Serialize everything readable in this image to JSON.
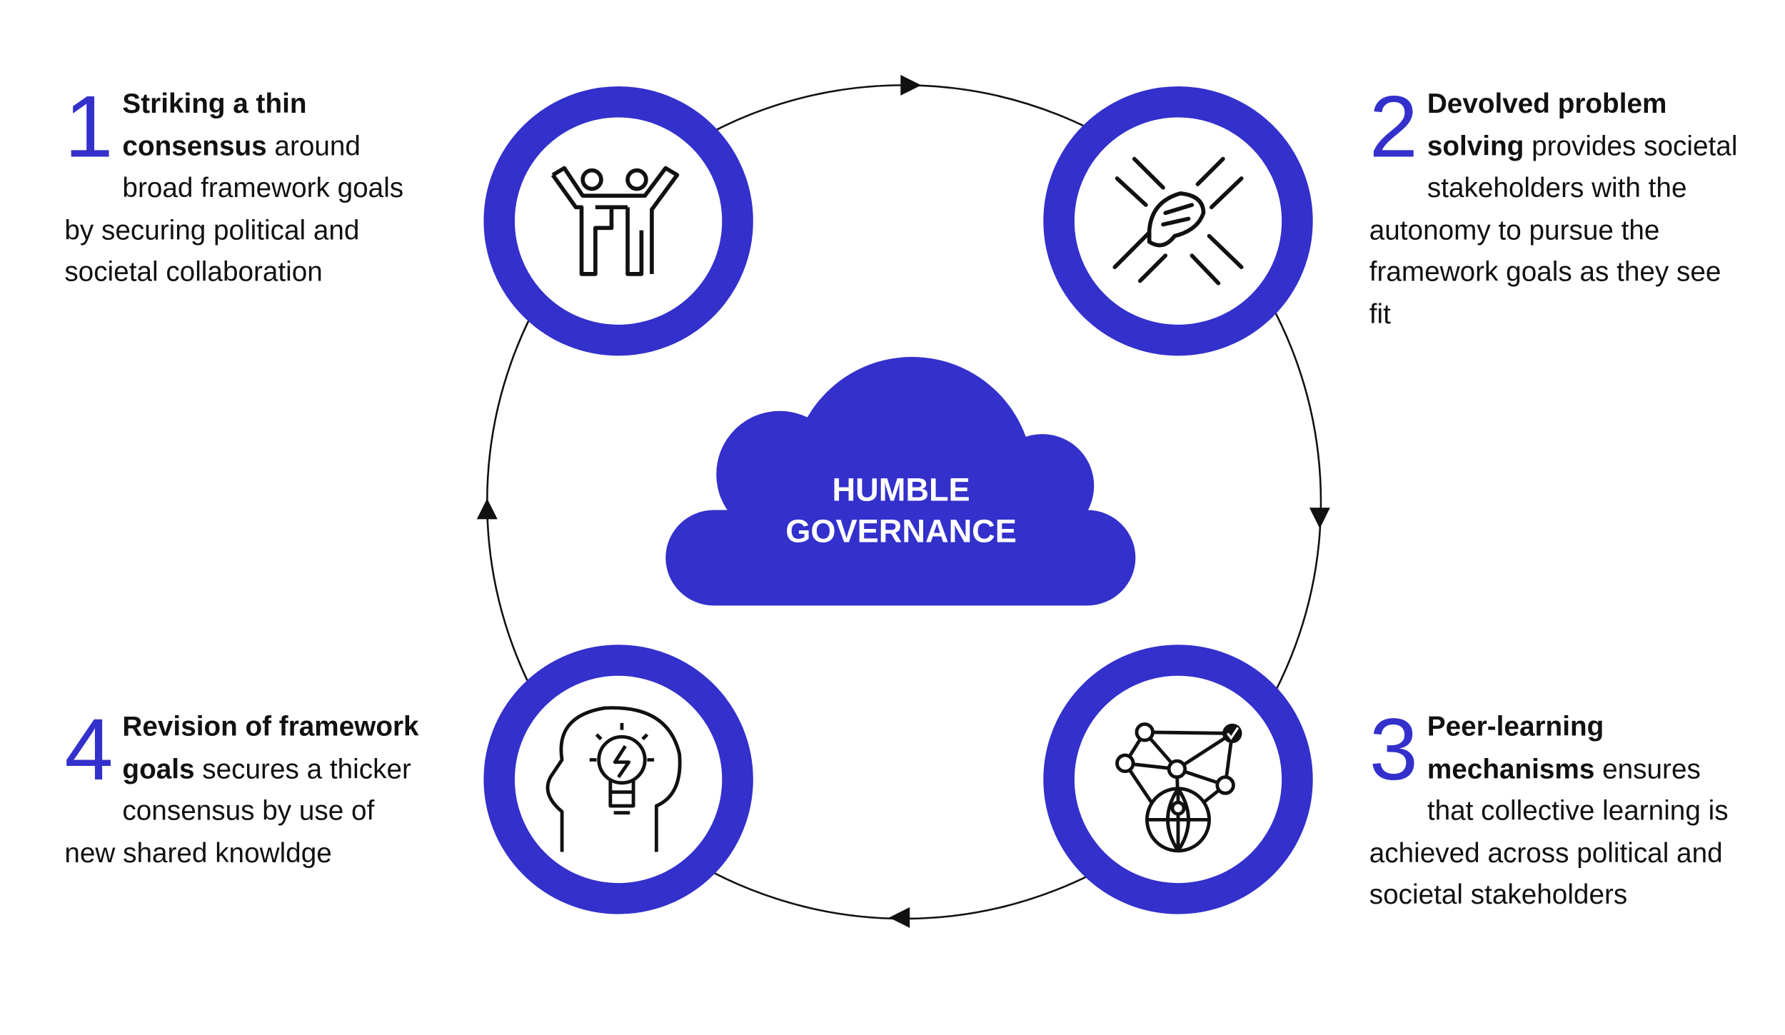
{
  "center": {
    "line1": "HUMBLE",
    "line2": "GOVERNANCE"
  },
  "colors": {
    "accent": "#3330cc",
    "text": "#111111"
  },
  "steps": [
    {
      "number": "1",
      "bold": "Striking a thin consensus",
      "rest": " around broad framework goals by securing political and societal collaboration",
      "icon": "people-raising-hands-icon"
    },
    {
      "number": "2",
      "bold": "Devolved problem solving",
      "rest": " provides societal stakeholders with the autonomy to pursue the framework goals as they see fit",
      "icon": "hands-together-icon"
    },
    {
      "number": "3",
      "bold": "Peer-learning mechanisms",
      "rest": " ensures that collective learning is achieved across political and societal stakeholders",
      "icon": "global-network-icon"
    },
    {
      "number": "4",
      "bold": "Revision of framework goals",
      "rest": " secures a thicker consensus by use of new shared knowldge",
      "icon": "head-lightbulb-icon"
    }
  ]
}
